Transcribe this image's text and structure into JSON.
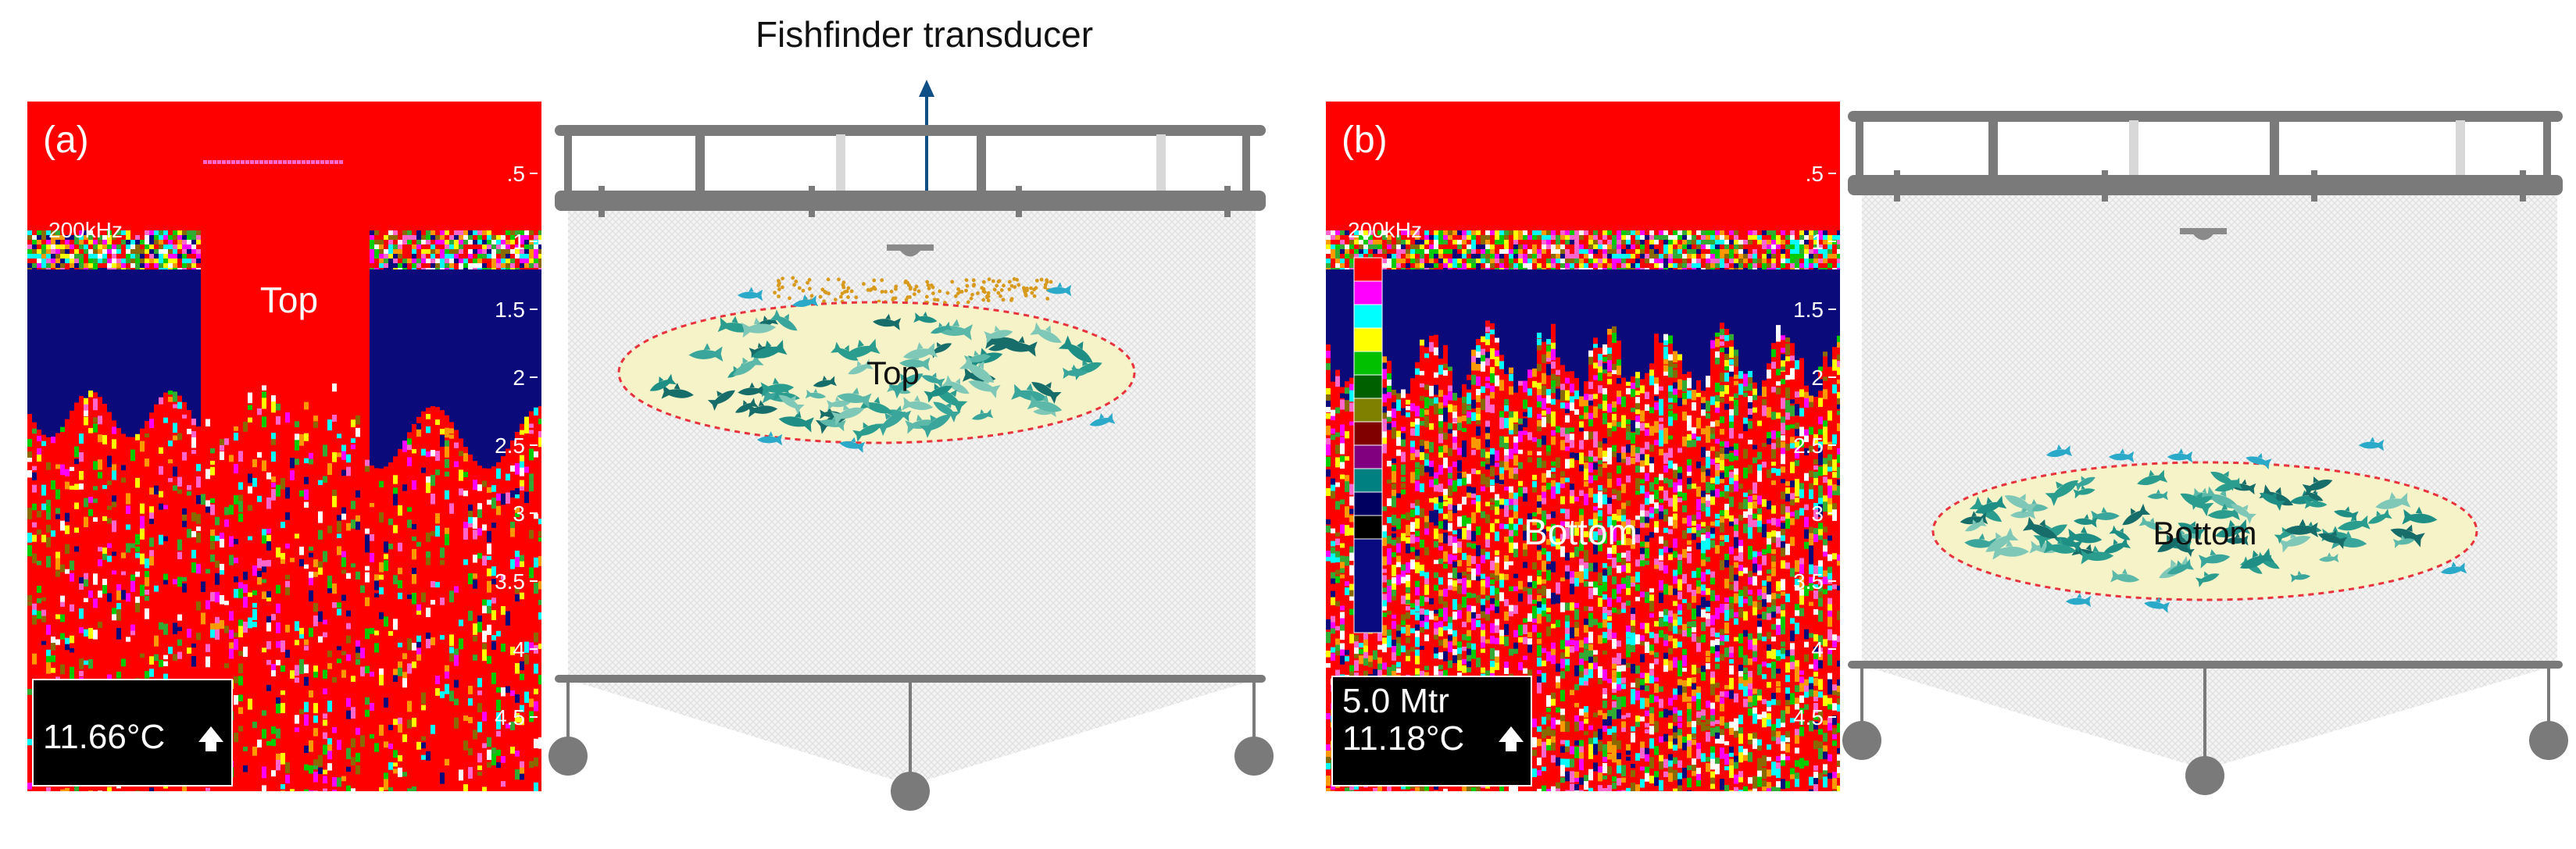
{
  "title": "Fishfinder transducer",
  "panels": [
    {
      "letter": "(a)",
      "frequency": "200kHz",
      "depth_ticks": [
        ".5",
        "1",
        "1.5",
        "2",
        "2.5",
        "3",
        "3.5",
        "4",
        "4.5"
      ],
      "echo_label": "Top",
      "readout": {
        "depth": "",
        "temperature": "11.66°C"
      },
      "school_label": "Top",
      "school_position": "top"
    },
    {
      "letter": "(b)",
      "frequency": "200kHz",
      "depth_ticks": [
        ".5",
        "1",
        "1.5",
        "2",
        "2.5",
        "3",
        "3.5",
        "4",
        "4.5"
      ],
      "echo_label": "Bottom",
      "readout": {
        "depth": "5.0 Mtr",
        "temperature": "11.18°C"
      },
      "school_label": "Bottom",
      "school_position": "bottom"
    }
  ],
  "colors": {
    "echo_red": "#ff0000",
    "echo_navy": "#0a0a7a",
    "frame_gray": "#7a7a7a",
    "school_fill": "#f6f3c8",
    "school_edge": "#e8323c",
    "fish_teal": "#1f8f86",
    "fish_cyan": "#2aa9c9",
    "feed_orange": "#d89a1c",
    "arrow_blue": "#0f4f86"
  },
  "color_scale": [
    "#ff0000",
    "#ff00ff",
    "#00ffff",
    "#ffff00",
    "#00c000",
    "#006000",
    "#808000",
    "#800000",
    "#800080",
    "#008080",
    "#000060",
    "#000000",
    "#0a0a80"
  ]
}
